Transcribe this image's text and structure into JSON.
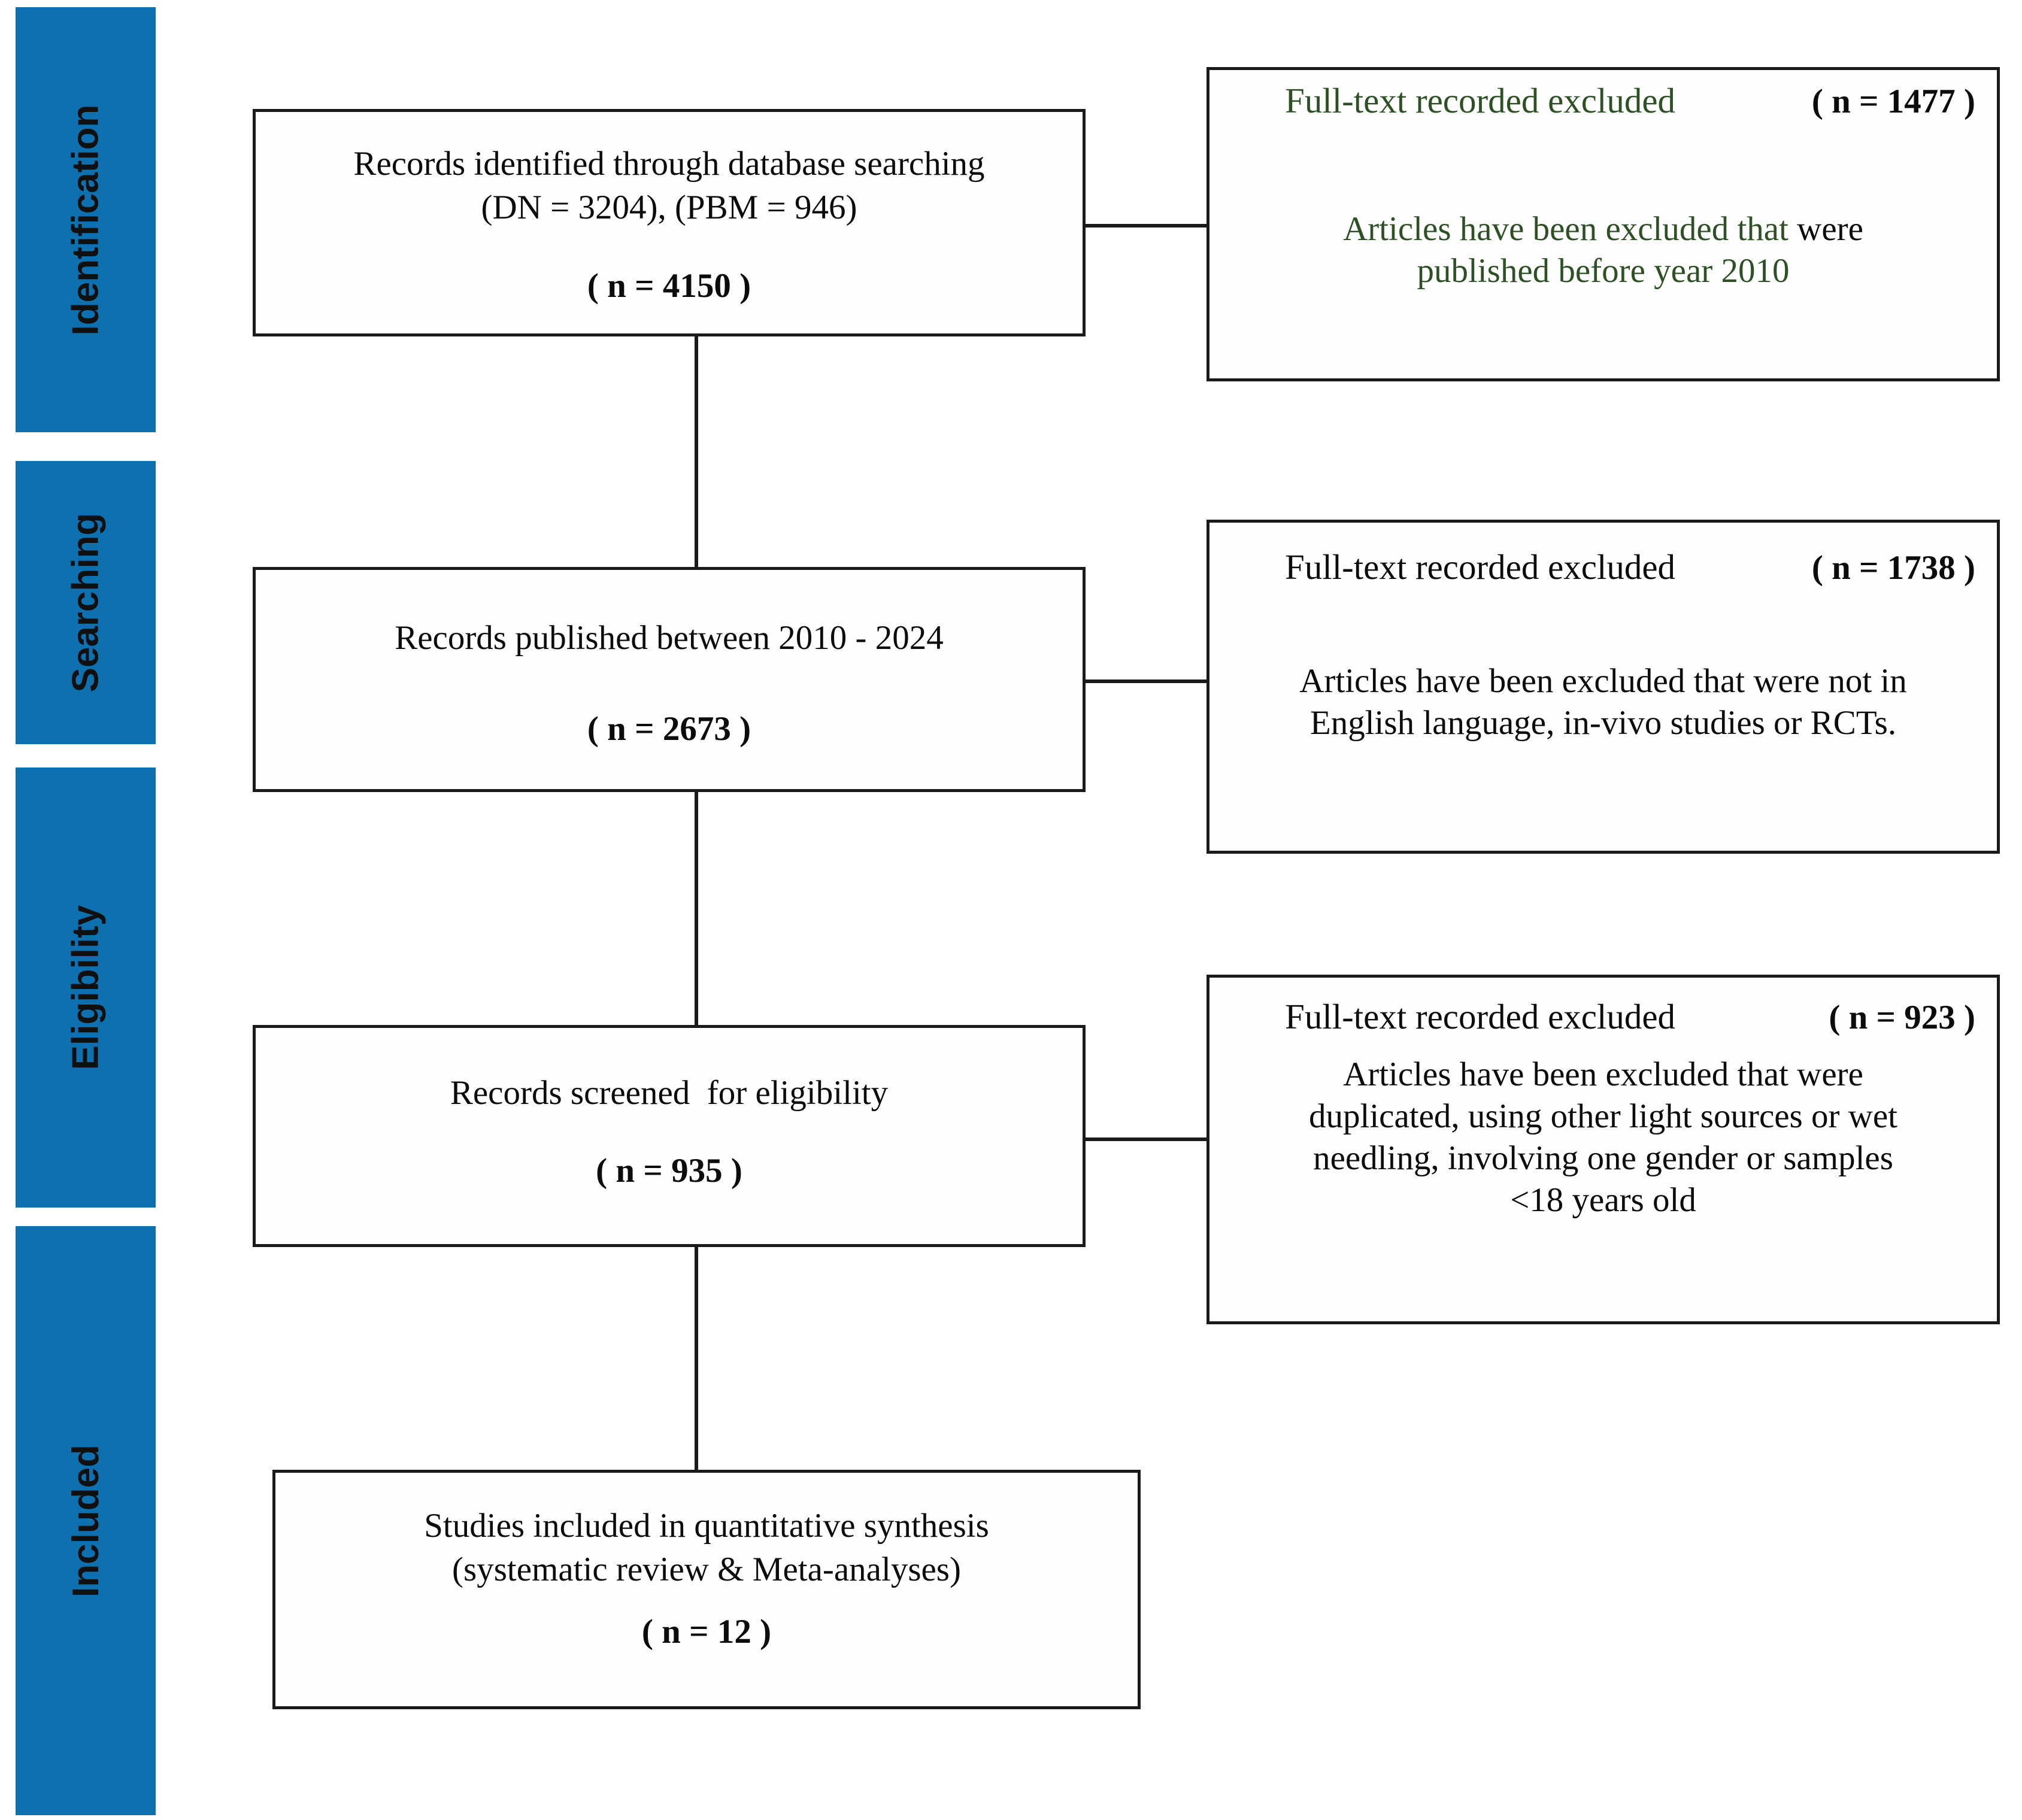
{
  "diagram": {
    "phases": [
      {
        "label": "Identification"
      },
      {
        "label": "Searching"
      },
      {
        "label": "Eligibility"
      },
      {
        "label": "Included"
      }
    ],
    "flow_boxes": [
      {
        "line1": "Records identified through database searching",
        "line2": "(DN = 3204), (PBM = 946)",
        "count": "( n = 4150 )"
      },
      {
        "line1": "Records published between 2010 - 2024",
        "count": "( n = 2673 )"
      },
      {
        "line1": "Records screened  for eligibility",
        "count": "( n = 935 )"
      },
      {
        "line1": "Studies included in quantitative synthesis",
        "line2": "(systematic review & Meta-analyses)",
        "count": "( n = 12 )"
      }
    ],
    "exclusion_boxes": [
      {
        "title": "Full-text recorded excluded",
        "count": "( n = 1477 )",
        "line1_green": "Articles have been excluded that ",
        "line1_black": "were",
        "line2_green": "published before year 2010"
      },
      {
        "title": "Full-text recorded excluded",
        "count": "( n = 1738 )",
        "line1": "Articles have been excluded that were not in",
        "line2": "English language, in-vivo studies or RCTs."
      },
      {
        "title": "Full-text recorded excluded",
        "count": "( n = 923 )",
        "line1": "Articles have been excluded that were",
        "line2": "duplicated, using other light sources or wet",
        "line3": "needling, involving one gender or samples",
        "line4": "<18 years old"
      }
    ],
    "colors": {
      "phase_band_blue": "#0e70ae",
      "excluded_text_green": "#2d5024",
      "text_black": "#0c0c0c",
      "line_black": "#1a1a1a"
    }
  }
}
